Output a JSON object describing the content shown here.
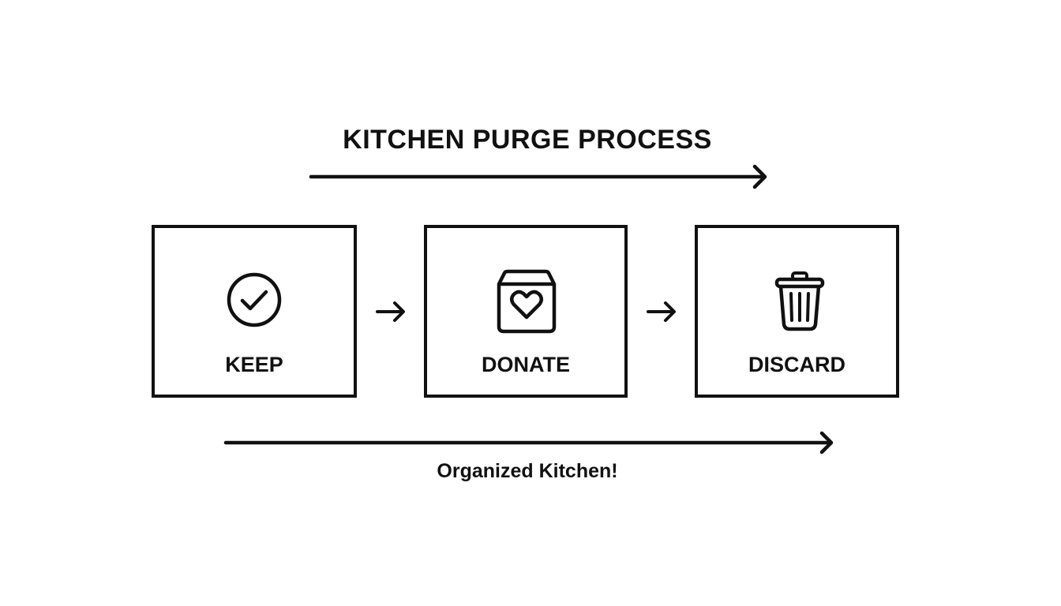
{
  "diagram": {
    "title": "KITCHEN PURGE PROCESS",
    "steps": [
      {
        "label": "KEEP",
        "icon": "check-circle-icon"
      },
      {
        "label": "DONATE",
        "icon": "donation-box-heart-icon"
      },
      {
        "label": "DISCARD",
        "icon": "trash-can-icon"
      }
    ],
    "connectors": [
      {
        "from": "KEEP",
        "to": "DONATE",
        "icon": "arrow-right-icon"
      },
      {
        "from": "DONATE",
        "to": "DISCARD",
        "icon": "arrow-right-icon"
      }
    ],
    "top_arrow": {
      "direction": "right"
    },
    "bottom_arrow": {
      "direction": "right"
    },
    "outcome": "Organized Kitchen!",
    "colors": {
      "stroke": "#111111",
      "background": "#ffffff"
    }
  }
}
